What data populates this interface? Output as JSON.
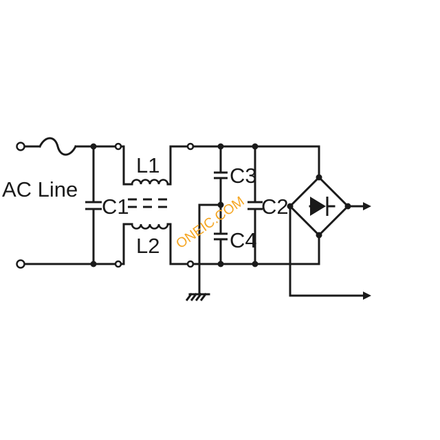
{
  "labels": {
    "ac_line": "AC Line",
    "c1": "C1",
    "c2": "C2",
    "c3": "C3",
    "c4": "C4",
    "l1": "L1",
    "l2": "L2"
  },
  "watermark": {
    "text": "ONEIC.COM",
    "color": "#f5a623"
  },
  "colors": {
    "line": "#1a1a1a",
    "background": "#ffffff"
  }
}
